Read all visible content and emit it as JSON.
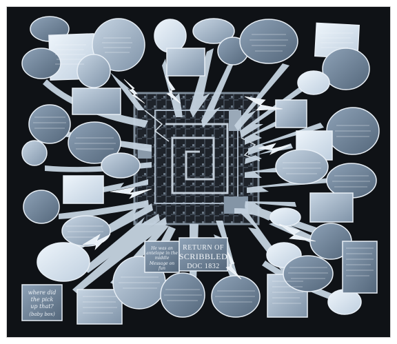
{
  "artwork": {
    "title": "",
    "center_label": {
      "line1": "RETURN OF",
      "line2": "SCRIBBLED",
      "line3": "DOC 1832"
    },
    "note_center": {
      "line1": "He was an",
      "line2": "antelope in the",
      "line3": "middle",
      "line4": "Message on",
      "line5": "fun"
    },
    "note_bottom_left": {
      "line1": "where did",
      "line2": "the pick",
      "line3": "up that?",
      "line4": "(baby box)"
    }
  },
  "colors": {
    "background": "#0f1216",
    "bubble_light": "#dfe8f1",
    "bubble_mid": "#9fb2c5",
    "bubble_dark": "#6f8397",
    "machine": "#1f242b"
  }
}
